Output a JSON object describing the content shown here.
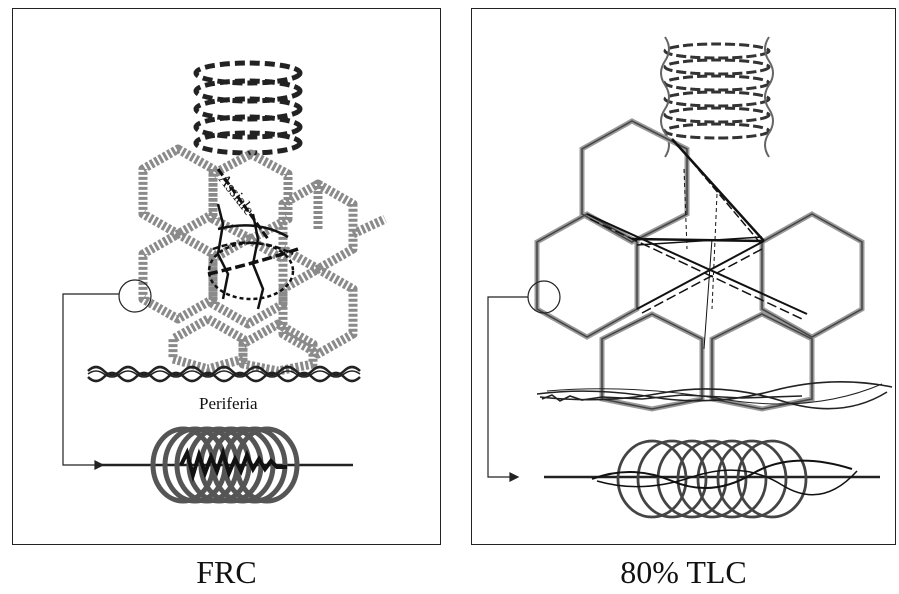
{
  "left_panel": {
    "label_axial": "Assiale",
    "label_periphery": "Periferia",
    "caption": "FRC"
  },
  "right_panel": {
    "caption": "80% TLC"
  }
}
